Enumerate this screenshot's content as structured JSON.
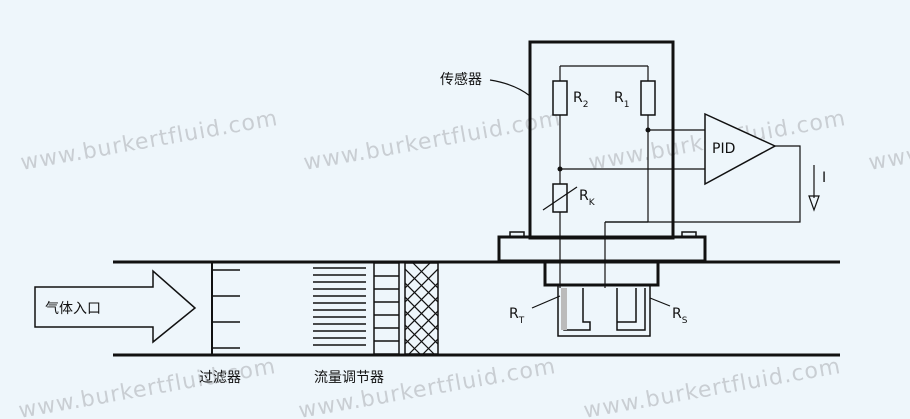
{
  "watermark": "www.burkertfluid.com",
  "labels": {
    "sensor": "传感器",
    "r2_main": "R",
    "r2_sub": "2",
    "r1_main": "R",
    "r1_sub": "1",
    "rk_main": "R",
    "rk_sub": "K",
    "rt_main": "R",
    "rt_sub": "T",
    "rs_main": "R",
    "rs_sub": "S",
    "pid": "PID",
    "current": "I",
    "gas_inlet": "气体入口",
    "filter": "过滤器",
    "flow_conditioner": "流量调节器"
  },
  "colors": {
    "background": "#eef6fb",
    "line": "#111111",
    "watermark": "#c9ced3"
  }
}
